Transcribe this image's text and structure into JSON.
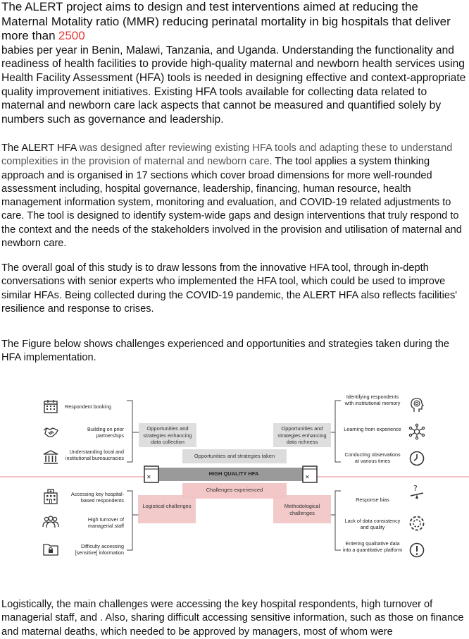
{
  "paragraphs": {
    "p1_lead": "The ALERT project aims to design and test interventions aimed at reducing the Maternal Motality ratio (MMR) reducing perinatal mortality in big hospitals that deliver more than",
    "p1_highlight": "2500",
    "p1_rest": "babies per year in Benin, Malawi, Tanzania, and Uganda. Understanding the functionality and readiness of health facilities to provide high-quality maternal and newborn health services using Health Facility Assessment (HFA) tools is needed in designing effective and context-appropriate quality improvement initiatives. Existing HFA tools available for collecting data related to maternal and newborn care lack aspects that cannot be measured and quantified solely by numbers such as governance and leadership.",
    "p2_start": "The ALERT HFA",
    "p2_gray": "was designed after reviewing existing HFA tools and adapting these to understand complexities in the provision of maternal and newborn care",
    "p2_rest": ". The tool applies a system thinking approach and is organised in 17 sections which cover broad dimensions for more well-rounded assessment including, hospital governance, leadership, financing, human resource, health management information system, monitoring and evaluation, and COVID-19 related adjustments to care. The tool is designed to identify system-wide gaps and design interventions that truly respond to the context and the needs of the stakeholders involved in the provision and utilisation of maternal and newborn care.",
    "p3": "The overall goal of this study is to draw lessons from the innovative HFA tool, through in-depth conversations with senior experts who implemented the HFA tool, which could be used to improve similar HFAs. Being collected during the COVID-19 pandemic, the ALERT HFA also reflects facilities' resilience and response to crises.",
    "p4": "The Figure below shows challenges experienced and opportunities and strategies taken during the HFA implementation.",
    "p5": "Logistically, the main challenges were accessing the key hospital respondents, high turnover of managerial staff, and . Also, sharing difficult accessing sensitive information, such as those on finance and maternal deaths, which needed to be approved by managers, most of whom were"
  },
  "figure": {
    "center_bar": "HIGH QUALITY HFA",
    "opportunities_center": "Opportunities and strategies taken",
    "challenges_center": "Challenges experienced",
    "opp_left": "Opportunities and strategies enhancing data collection",
    "opp_right": "Opportunities and strategies enhancing data richness",
    "chal_left": "Logistical challenges",
    "chal_right": "Methodological challenges",
    "left_top": [
      {
        "label": "Respondent booking",
        "icon": "calendar-icon"
      },
      {
        "label": "Building on prior partnerships",
        "icon": "handshake-icon"
      },
      {
        "label": "Understanding local and institutional bureaucracies",
        "icon": "institution-icon"
      }
    ],
    "left_bottom": [
      {
        "label": "Accessing key hospital-based respondents",
        "icon": "hospital-icon"
      },
      {
        "label": "High turnover of managerial staff",
        "icon": "staff-icon"
      },
      {
        "label": "Difficulty accessing [sensitive] information",
        "icon": "locked-folder-icon"
      }
    ],
    "right_top": [
      {
        "label": "Identifying respondents with institutional memory",
        "icon": "head-memory-icon"
      },
      {
        "label": "Learning from experience",
        "icon": "network-icon"
      },
      {
        "label": "Conducting observations at various times",
        "icon": "clock-icon"
      }
    ],
    "right_bottom": [
      {
        "label": "Response bias",
        "icon": "question-scale-icon"
      },
      {
        "label": "Lack of data consistency and quality",
        "icon": "dashed-circle-icon"
      },
      {
        "label": "Entering qualitative data into a quantitative platform",
        "icon": "exclamation-icon"
      }
    ],
    "colors": {
      "opportunity": "#d8d8d8",
      "challenge": "#f2c4c4",
      "bar": "#9a9a9a",
      "divider": "#e8a0a0"
    }
  }
}
